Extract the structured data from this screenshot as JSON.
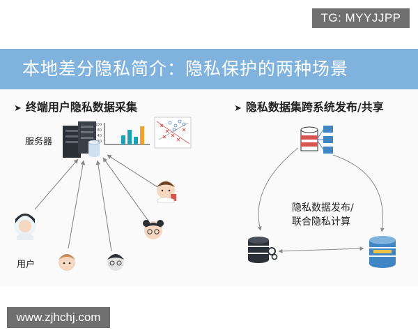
{
  "watermark_top": "TG: MYYJJPP",
  "slide": {
    "title": "本地差分隐私简介：隐私保护的两种场景",
    "left_section": {
      "heading": "终端用户隐私数据采集",
      "server_label": "服务器",
      "user_label": "用户"
    },
    "right_section": {
      "heading": "隐私数据集跨系统发布/共享",
      "center_label_line1": "隐私数据发布/",
      "center_label_line2": "联合隐私计算"
    }
  },
  "watermark_bottom": "www.zjhchj.com",
  "colors": {
    "banner": "#7fb2dd",
    "arrow": "#8a8a8a",
    "db_red": "#d9534f",
    "db_blue": "#3f86c4",
    "server_dark": "#2b2f36"
  },
  "icons": {
    "left_bullet": "chevron-right-icon",
    "right_bullet": "chevron-right-icon",
    "server": "server-rack-icon",
    "database": "database-icon",
    "bar_chart": "bar-chart-icon",
    "scatter_plot": "scatter-plot-icon",
    "users": "user-avatar-icon",
    "gear": "gear-icon"
  }
}
